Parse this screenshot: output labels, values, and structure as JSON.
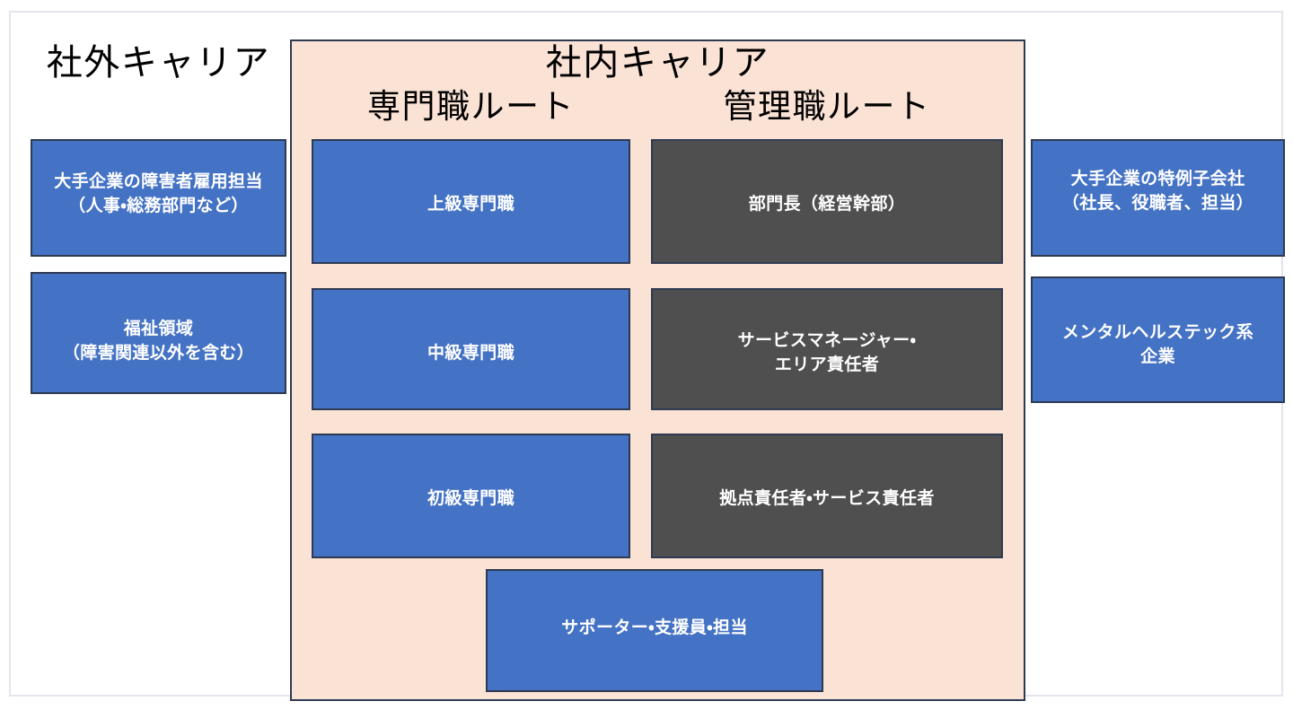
{
  "diagram": {
    "title_external": "社外キャリア",
    "title_internal": "社内キャリア",
    "colors": {
      "blue": "#4472C4",
      "gray": "#4F4F4F",
      "panel": "#FAE2D5",
      "border": "#2E3A52",
      "frame": "#E2E6EC",
      "text_on_node": "#FFFFFF",
      "heading_text": "#000000"
    },
    "external_left": {
      "items": [
        {
          "label": "大手企業の障害者雇用担当\n（人事・総務部門など）",
          "color": "blue"
        },
        {
          "label": "福祉領域\n（障害関連以外を含む）",
          "color": "blue"
        }
      ]
    },
    "external_right": {
      "items": [
        {
          "label": "大手企業の特例子会社\n（社長、役職者、担当）",
          "color": "blue"
        },
        {
          "label": "メンタルヘルステック系\n企業",
          "color": "blue"
        }
      ]
    },
    "internal": {
      "routes": [
        {
          "heading": "専門職ルート",
          "items": [
            {
              "label": "上級専門職",
              "color": "blue",
              "level": 3
            },
            {
              "label": "中級専門職",
              "color": "blue",
              "level": 2
            },
            {
              "label": "初級専門職",
              "color": "blue",
              "level": 1
            }
          ]
        },
        {
          "heading": "管理職ルート",
          "items": [
            {
              "label": "部門長（経営幹部）",
              "color": "gray",
              "level": 3
            },
            {
              "label": "サービスマネージャー・\nエリア責任者",
              "color": "gray",
              "level": 2
            },
            {
              "label": "拠点責任者・サービス責任者",
              "color": "gray",
              "level": 1
            }
          ]
        }
      ],
      "base": [
        {
          "label": "サポーター・支援員・担当",
          "color": "blue",
          "level": 0
        }
      ]
    }
  }
}
